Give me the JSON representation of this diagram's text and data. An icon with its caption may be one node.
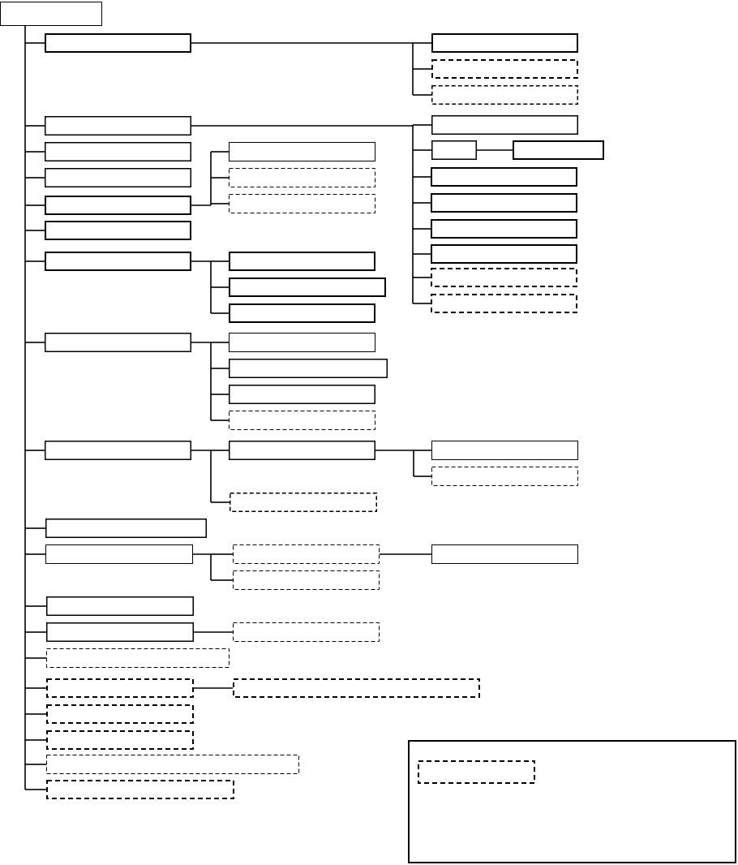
{
  "diagram": {
    "nodes": [
      {
        "text": [],
        "shape": "box"
      },
      {
        "text": [],
        "shape": "box"
      },
      {
        "text": [],
        "shape": "box"
      },
      {
        "text": [],
        "shape": "box"
      },
      {
        "text": [],
        "shape": "box"
      },
      {
        "text": [],
        "shape": "box"
      },
      {
        "text": [],
        "shape": "box"
      },
      {
        "text": [],
        "shape": "box"
      },
      {
        "text": [],
        "shape": "box"
      },
      {
        "text": [],
        "shape": "box"
      },
      {
        "text": [],
        "shape": "box"
      },
      {
        "text": [],
        "shape": "box"
      },
      {
        "text": [],
        "shape": "box"
      },
      {
        "text": [],
        "shape": "box"
      },
      {
        "text": [],
        "shape": "box"
      },
      {
        "text": [],
        "shape": "box"
      },
      {
        "text": [],
        "shape": "box"
      },
      {
        "text": [],
        "shape": "box"
      },
      {
        "text": [],
        "shape": "box"
      },
      {
        "text": [],
        "shape": "box"
      },
      {
        "text": [],
        "shape": "box"
      },
      {
        "text": [],
        "shape": "box"
      },
      {
        "text": [],
        "shape": "box"
      },
      {
        "text": [],
        "shape": "box"
      },
      {
        "text": [],
        "shape": "box"
      },
      {
        "text": [],
        "shape": "box"
      },
      {
        "text": [],
        "shape": "box"
      },
      {
        "text": [],
        "shape": "box"
      },
      {
        "text": [],
        "shape": "box"
      },
      {
        "text": [],
        "shape": "box"
      },
      {
        "text": [],
        "shape": "box"
      },
      {
        "text": [],
        "shape": "box"
      },
      {
        "text": [],
        "shape": "box"
      },
      {
        "text": [],
        "shape": "box"
      },
      {
        "text": [],
        "shape": "box"
      },
      {
        "text": [],
        "shape": "box"
      },
      {
        "text": [],
        "shape": "box"
      },
      {
        "text": [],
        "shape": "box"
      },
      {
        "text": [],
        "shape": "box"
      },
      {
        "text": [],
        "shape": "box"
      },
      {
        "text": [],
        "shape": "box"
      },
      {
        "text": [],
        "shape": "box"
      },
      {
        "text": [],
        "shape": "box"
      },
      {
        "text": [],
        "shape": "box"
      },
      {
        "text": [],
        "shape": "box"
      },
      {
        "text": [],
        "shape": "box"
      },
      {
        "text": [],
        "shape": "box"
      },
      {
        "text": [],
        "shape": "box"
      },
      {
        "text": [],
        "shape": "box"
      },
      {
        "text": [],
        "shape": "box"
      },
      {
        "text": [],
        "shape": "box"
      },
      {
        "text": [],
        "shape": "box"
      },
      {
        "text": [],
        "shape": "box",
        "in": 51
      }
    ],
    "edges": [
      {
        "from": 0,
        "to": 1,
        "arrow": "none"
      },
      {
        "from": 1,
        "to": 2,
        "arrow": "none"
      },
      {
        "from": 1,
        "to": 3,
        "arrow": "none"
      },
      {
        "from": 1,
        "to": 4,
        "arrow": "none"
      },
      {
        "from": 0,
        "to": 5,
        "arrow": "none"
      },
      {
        "from": 5,
        "to": 6,
        "arrow": "none"
      },
      {
        "from": 5,
        "to": 7,
        "arrow": "none"
      },
      {
        "from": 7,
        "to": 8,
        "arrow": "none"
      },
      {
        "from": 5,
        "to": 9,
        "arrow": "none"
      },
      {
        "from": 5,
        "to": 10,
        "arrow": "none"
      },
      {
        "from": 5,
        "to": 11,
        "arrow": "none"
      },
      {
        "from": 5,
        "to": 12,
        "arrow": "none"
      },
      {
        "from": 5,
        "to": 13,
        "arrow": "none"
      },
      {
        "from": 5,
        "to": 14,
        "arrow": "none"
      },
      {
        "from": 0,
        "to": 15,
        "arrow": "none"
      },
      {
        "from": 0,
        "to": 16,
        "arrow": "none"
      },
      {
        "from": 0,
        "to": 17,
        "arrow": "none"
      },
      {
        "from": 17,
        "to": 18,
        "arrow": "none"
      },
      {
        "from": 17,
        "to": 19,
        "arrow": "none"
      },
      {
        "from": 17,
        "to": 20,
        "arrow": "none"
      },
      {
        "from": 0,
        "to": 21,
        "arrow": "none"
      },
      {
        "from": 0,
        "to": 22,
        "arrow": "none"
      },
      {
        "from": 22,
        "to": 23,
        "arrow": "none"
      },
      {
        "from": 22,
        "to": 24,
        "arrow": "none"
      },
      {
        "from": 22,
        "to": 25,
        "arrow": "none"
      },
      {
        "from": 0,
        "to": 26,
        "arrow": "none"
      },
      {
        "from": 26,
        "to": 27,
        "arrow": "none"
      },
      {
        "from": 26,
        "to": 28,
        "arrow": "none"
      },
      {
        "from": 26,
        "to": 29,
        "arrow": "none"
      },
      {
        "from": 26,
        "to": 30,
        "arrow": "none"
      },
      {
        "from": 0,
        "to": 31,
        "arrow": "none"
      },
      {
        "from": 31,
        "to": 32,
        "arrow": "none"
      },
      {
        "from": 32,
        "to": 33,
        "arrow": "none"
      },
      {
        "from": 32,
        "to": 34,
        "arrow": "none"
      },
      {
        "from": 31,
        "to": 35,
        "arrow": "none"
      },
      {
        "from": 0,
        "to": 36,
        "arrow": "none"
      },
      {
        "from": 0,
        "to": 37,
        "arrow": "none"
      },
      {
        "from": 37,
        "to": 38,
        "arrow": "none"
      },
      {
        "from": 38,
        "to": 39,
        "arrow": "none"
      },
      {
        "from": 37,
        "to": 40,
        "arrow": "none"
      },
      {
        "from": 0,
        "to": 41,
        "arrow": "none"
      },
      {
        "from": 0,
        "to": 42,
        "arrow": "none"
      },
      {
        "from": 42,
        "to": 43,
        "arrow": "none"
      },
      {
        "from": 0,
        "to": 44,
        "arrow": "none"
      },
      {
        "from": 0,
        "to": 45,
        "arrow": "none"
      },
      {
        "from": 45,
        "to": 46,
        "arrow": "none"
      },
      {
        "from": 0,
        "to": 47,
        "arrow": "none"
      },
      {
        "from": 0,
        "to": 48,
        "arrow": "none"
      },
      {
        "from": 0,
        "to": 49,
        "arrow": "none"
      },
      {
        "from": 0,
        "to": 50,
        "arrow": "none"
      }
    ]
  }
}
